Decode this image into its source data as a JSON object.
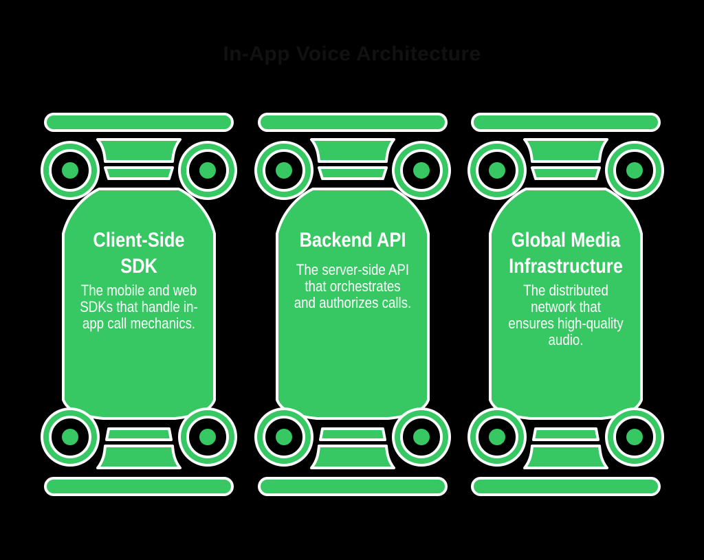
{
  "title": "In-App Voice Architecture",
  "colors": {
    "background": "#000000",
    "green": "#37c763",
    "outline": "#ffffff",
    "title_text": "#111111",
    "pillar_text": "#ffffff"
  },
  "pillars": [
    {
      "id": "client-side-sdk",
      "title": "Client-Side\nSDK",
      "description": "The mobile and web\nSDKs that handle in-\napp call mechanics."
    },
    {
      "id": "backend-api",
      "title": "Backend API",
      "description": "The server-side API\nthat orchestrates\nand authorizes calls."
    },
    {
      "id": "global-media-infrastructure",
      "title": "Global Media\nInfrastructure",
      "description": "The distributed\nnetwork that\nensures high-quality\naudio."
    }
  ]
}
